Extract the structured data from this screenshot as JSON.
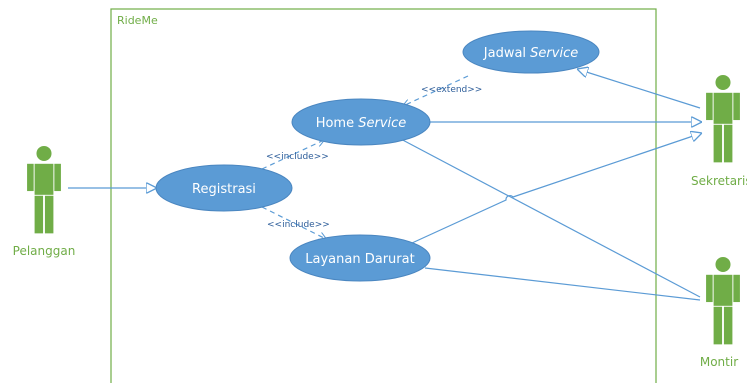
{
  "system": {
    "title": "RideMe"
  },
  "actors": {
    "pelanggan": "Pelanggan",
    "sekretaris": "Sekretaris",
    "montir": "Montir"
  },
  "use_cases": {
    "registrasi": "Registrasi",
    "home_service": {
      "text": "Home ",
      "em": "Service"
    },
    "jadwal_service": {
      "text": "Jadwal ",
      "em": "Service"
    },
    "layanan_darurat": "Layanan Darurat"
  },
  "relations": {
    "include_home": "<<include>>",
    "include_layanan": "<<include>>",
    "extend_jadwal": "<<extend>>"
  },
  "colors": {
    "actor": "#70ad47",
    "use_case_fill": "#5b9bd5",
    "line": "#5b9bd5",
    "boundary": "#70ad47"
  }
}
